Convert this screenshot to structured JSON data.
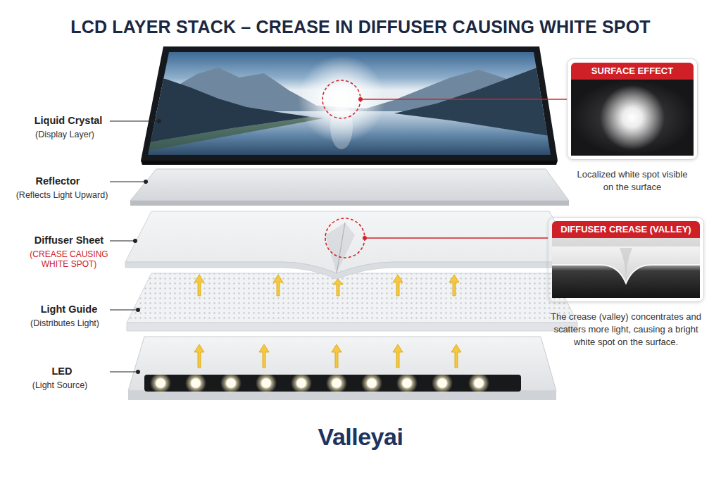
{
  "diagram": {
    "title": "LCD LAYER STACK – CREASE IN DIFFUSER CAUSING WHITE SPOT",
    "nodes": [
      {
        "text": [
          "SURFACE EFFECT",
          "Localized white spot visible on the surface"
        ]
      },
      {
        "text": [
          "DIFFUSER CREASE (VALLEY)",
          "The crease (valley) concentrates and scatters more light, causing a bright white spot on the surface."
        ]
      }
    ],
    "labels": [
      "Liquid Crystal",
      "(Display Layer)",
      "Reflector",
      "(Reflects Light Upward)",
      "Diffuser Sheet",
      "(CREASE CAUSING WHITE SPOT)",
      "Light Guide",
      "(Distributes Light)",
      "LED",
      "(Light Source)",
      "Valleyai"
    ]
  }
}
